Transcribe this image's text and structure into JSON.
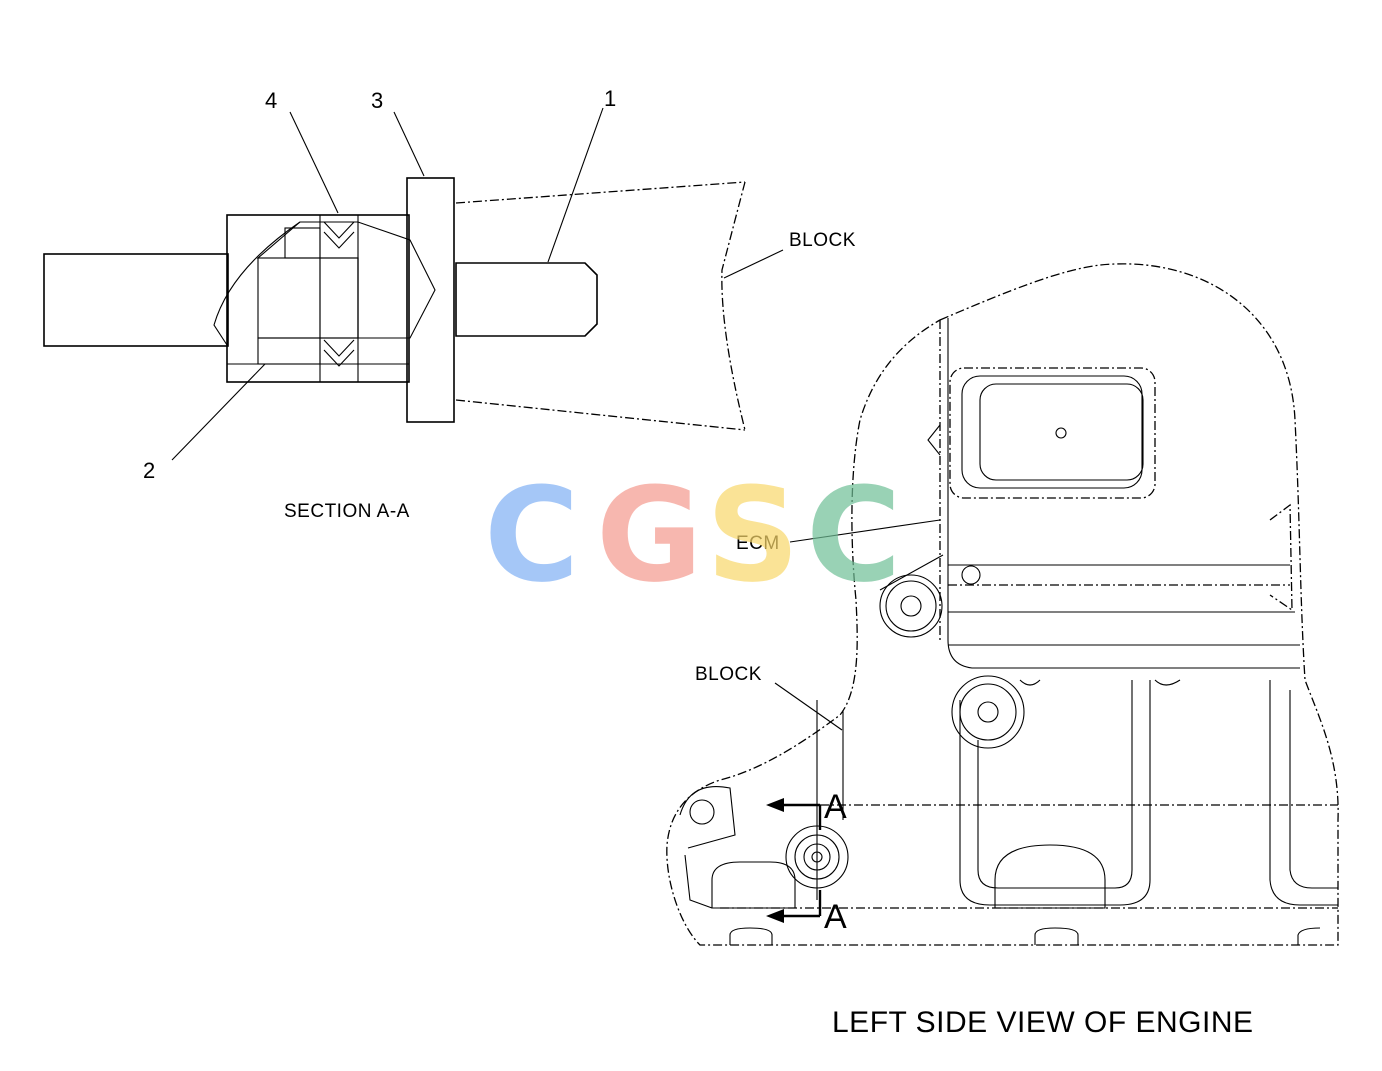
{
  "callouts": {
    "n1": "1",
    "n2": "2",
    "n3": "3",
    "n4": "4"
  },
  "labels": {
    "block_top": "BLOCK",
    "block_bottom": "BLOCK",
    "ecm": "ECM",
    "section_caption": "SECTION A-A",
    "view_caption": "LEFT SIDE VIEW OF ENGINE",
    "section_mark_top": "A",
    "section_mark_bottom": "A"
  },
  "watermark": {
    "letters": [
      {
        "char": "C",
        "color": "#7fb0f5"
      },
      {
        "char": "G",
        "color": "#f59a8e"
      },
      {
        "char": "S",
        "color": "#f9d86a"
      },
      {
        "char": "C",
        "color": "#6fbf96"
      }
    ]
  }
}
